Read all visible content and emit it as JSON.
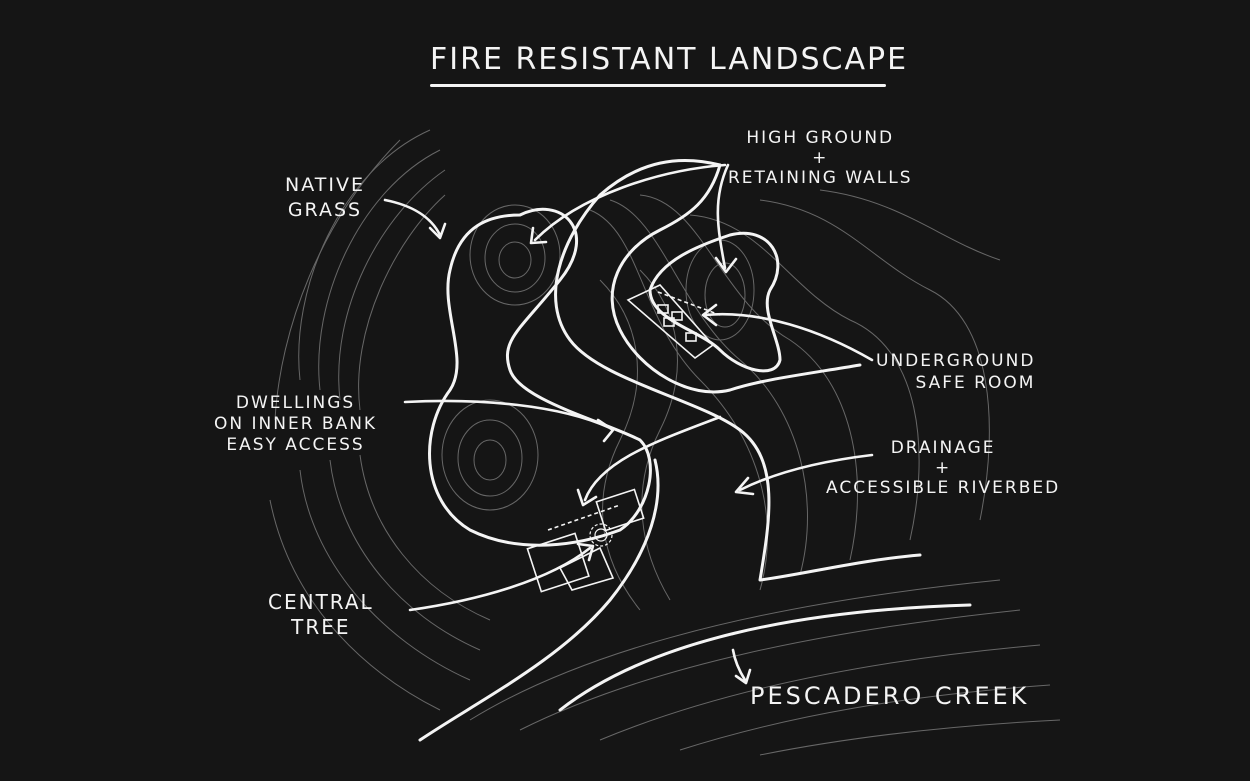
{
  "title": "Fire Resistant Landscape",
  "colors": {
    "background": "#151515",
    "ink": "#f4f4f4",
    "contour": "#8a8a8a"
  },
  "labels": {
    "native_grass": [
      "Native",
      "Grass"
    ],
    "high_ground": [
      "High Ground",
      "+",
      "Retaining Walls"
    ],
    "underground_safe_room": [
      "Underground",
      "Safe Room"
    ],
    "dwellings": [
      "Dwellings",
      "on Inner Bank",
      "Easy Access"
    ],
    "drainage": [
      "Drainage",
      "+",
      "Accessible Riverbed"
    ],
    "central_tree": [
      "Central",
      "Tree"
    ],
    "creek": "Pescadero Creek"
  }
}
